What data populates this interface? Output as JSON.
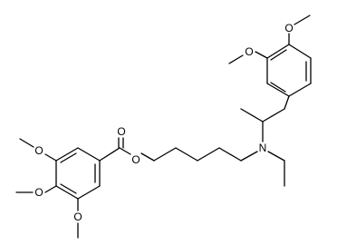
{
  "molecule": {
    "atoms": {
      "o_ester_carbonyl": "O",
      "o_ester_link": "O",
      "n_amine": "N",
      "o_top_right_para": "O",
      "o_top_right_meta": "O",
      "o_bottom_left_upper": "O",
      "o_bottom_left_middle": "O",
      "o_bottom_left_lower": "O"
    }
  }
}
